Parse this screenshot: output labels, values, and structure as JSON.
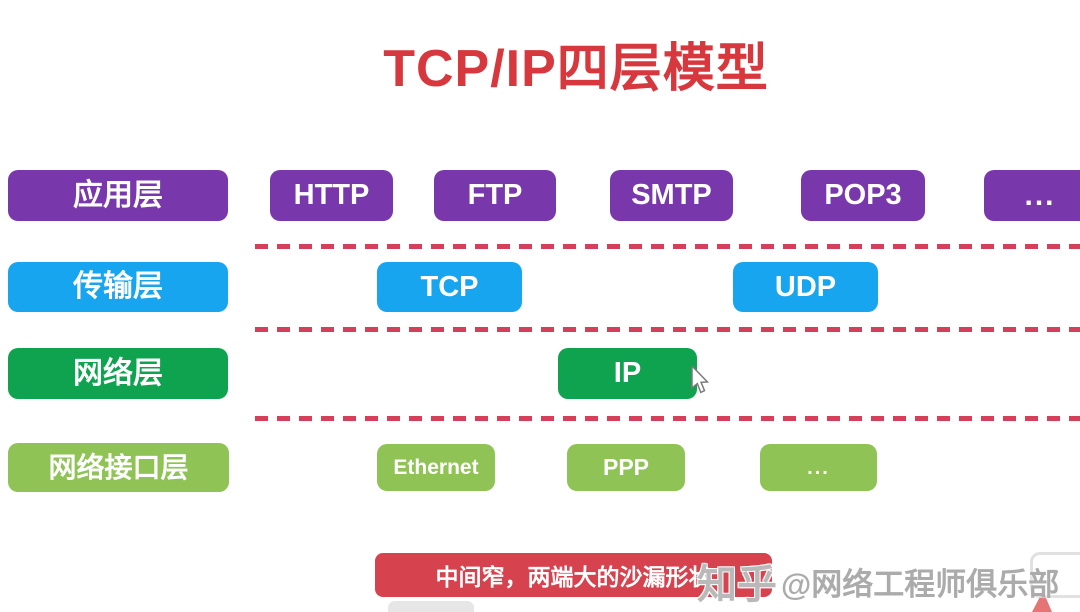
{
  "title": "TCP/IP四层模型",
  "layers": [
    {
      "label": "应用层",
      "protocols": [
        "HTTP",
        "FTP",
        "SMTP",
        "POP3",
        "..."
      ]
    },
    {
      "label": "传输层",
      "protocols": [
        "TCP",
        "UDP"
      ]
    },
    {
      "label": "网络层",
      "protocols": [
        "IP"
      ]
    },
    {
      "label": "网络接口层",
      "protocols": [
        "Ethernet",
        "PPP",
        "..."
      ]
    }
  ],
  "caption": "中间窄，两端大的沙漏形状",
  "watermark": {
    "brand": "知乎",
    "account": "@网络工程师俱乐部"
  },
  "colors": {
    "title_red": "#d7383d",
    "application_purple": "#7838ab",
    "transport_blue": "#18a5ef",
    "network_green": "#0fa24f",
    "link_light_green": "#90c355",
    "divider_red": "#d4405a",
    "caption_red": "#d6424d",
    "watermark_gray": "#ababab"
  }
}
